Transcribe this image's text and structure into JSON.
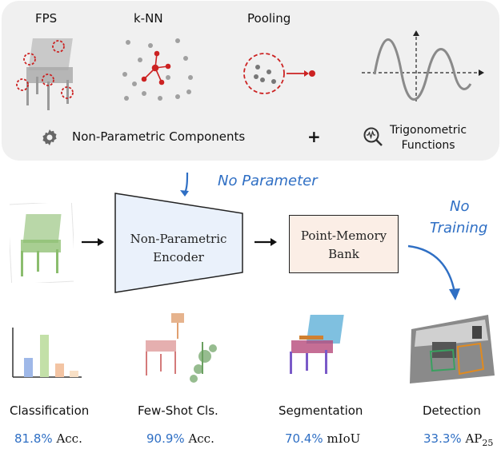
{
  "components": {
    "fps_label": "FPS",
    "knn_label": "k-NN",
    "pooling_label": "Pooling",
    "nonparam_label": "Non-Parametric Components",
    "plus": "+",
    "trig_label_line1": "Trigonometric",
    "trig_label_line2": "Functions"
  },
  "annotations": {
    "no_parameter": "No Parameter",
    "no_training_line1": "No",
    "no_training_line2": "Training"
  },
  "pipeline": {
    "encoder_line1": "Non-Parametric",
    "encoder_line2": "Encoder",
    "memory_line1": "Point-Memory",
    "memory_line2": "Bank"
  },
  "tasks": [
    {
      "title": "Classification",
      "value": "81.8%",
      "unit": "Acc."
    },
    {
      "title": "Few-Shot Cls.",
      "value": "90.9%",
      "unit": "Acc."
    },
    {
      "title": "Segmentation",
      "value": "70.4%",
      "unit": "mIoU"
    },
    {
      "title": "Detection",
      "value": "33.3%",
      "unit": "AP"
    }
  ],
  "detection_subscript": "25",
  "colors": {
    "accent_blue": "#2f6fc4",
    "encoder_fill": "#eaf1fb",
    "memory_fill": "#fbeee6",
    "red": "#cc2222",
    "panel_bg": "#f0f0f0"
  },
  "icons": [
    "gear-icon",
    "waveform-search-icon",
    "arrow-right-icon",
    "curved-arrow-icon"
  ]
}
